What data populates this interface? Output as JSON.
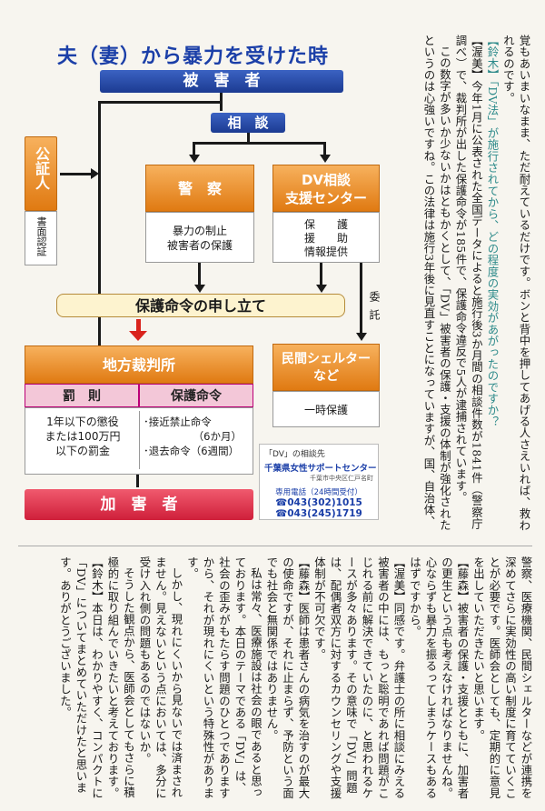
{
  "diagram": {
    "title": "夫（妻）から暴力を受けた時",
    "victim": "被　害　者",
    "consult": "相　談",
    "notary": "公証人",
    "notary_sub": "書面認証",
    "police": "警　察",
    "police_items": [
      "暴力の制止",
      "被害者の保護"
    ],
    "dv_center": [
      "DV相談",
      "支援センター"
    ],
    "dv_center_items": [
      "保　　護",
      "援　　助",
      "情報提供"
    ],
    "commission": "委託",
    "petition": "保護命令の申し立て",
    "court": "地方裁判所",
    "penalty_head": "罰　則",
    "order_head": "保護命令",
    "penalty_items": [
      "1年以下の懲役",
      "または100万円",
      "以下の罰金"
    ],
    "order_items": [
      "･接近禁止命令",
      "（6か月）",
      "･退去命令（6週間）"
    ],
    "shelter": [
      "民間シェルター",
      "など"
    ],
    "shelter_sub": "一時保護",
    "perpetrator": "加　害　者",
    "contact_label": "「DV」の相談先",
    "contact_name": "千葉県女性サポートセンター",
    "contact_address": "千葉市中央区仁戸名町　　",
    "contact_hours": "専用電話（24時間受付）",
    "phone1": "☎043(302)1015",
    "phone2": "☎043(245)1719"
  },
  "top_text": [
    "覚もあいまいなまま、ただ耐えているだけです。ボンと背中を押してあげる人さえいれば、救われるのです。",
    "",
    "【鈴木】「DV法」が施行されてから、どの程度の実効があがったのですか？",
    "【渥美】今年1月に公表された全国データによると施行後3か月間の相談件数が1841件（警察庁調べ）で、裁判所が出した保護命令が185件で、保護命令違反で5人が逮捕されています。",
    "この数字が多いか少ないかはともかくとして、「DV」被害者の保護・支援の体制が強化されたというのは心強いですね。この法律は施行3年後に見直すことになっていますが、国、自治体、"
  ],
  "bottom_text": [
    "警察、医療機関、民間シェルターなどが連携を深めてさらに実効性の高い制度に育てていくことが必要です。医師会としても、定期的に意見を出していただきたいと思います。",
    "【藤森】被害者の保護・支援とともに、加害者の更生という点も考えなければなりませんね。心ならずも暴力を振るってしまうケースもあるはずですから。",
    "【渥美】同感です。弁護士の所に相談にみえる被害者の中には、もっと聡明であれば問題がこじれる前に解決できていたのに、と思われるケースが多々あります。その意味で「DV」問題は、配偶者双方に対するカウンセリングや支援体制が不可欠です。",
    "【藤森】医師は患者さんの病気を治すのが最大の使命ですが、それに止まらず、予防という面でも社会と無関係ではありません。",
    "私は常々、医療施設は社会の眼であると思っております。本日のテーマである「DV」は、社会の歪みがもたらす問題のひとつでありますから、それが現れにくいという特殊性があります。",
    "しかし、現れにくいから見ないでは済まされません。見えないという点においては、多分に受け入れ側の問題もあるのではないか。",
    "そうした観点から、医師会としてもさらに積極的に取り組んでいきたいと考えております。",
    "【鈴木】本日は、わかりやすく、コンパクトに「DV」についてまとめていただけたと思います。ありがとうございました。"
  ]
}
